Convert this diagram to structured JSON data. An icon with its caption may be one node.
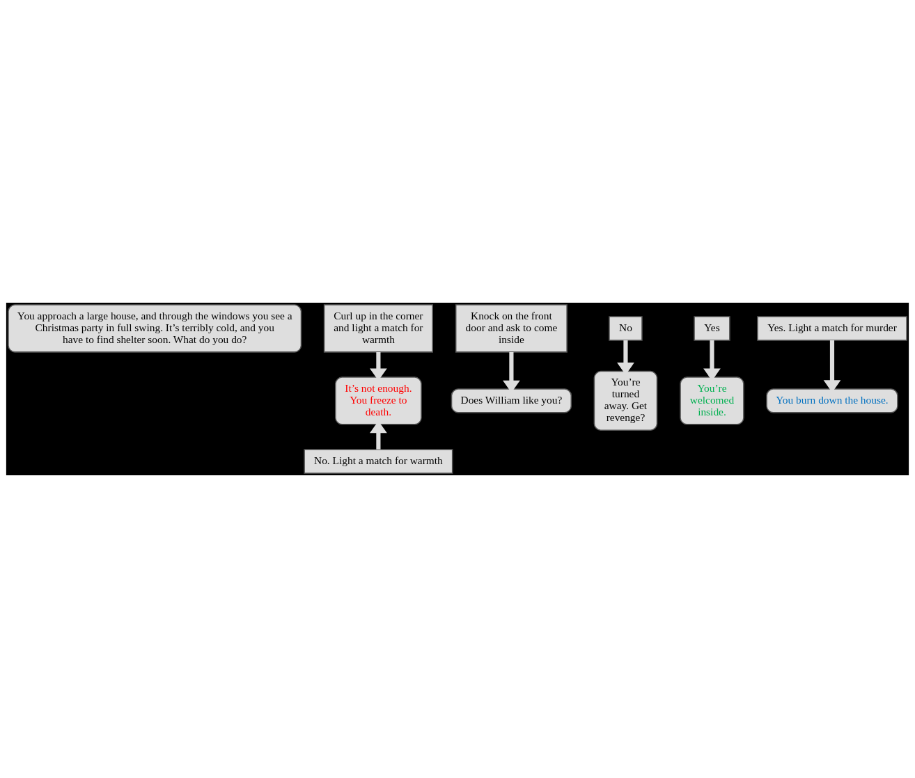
{
  "diagram": {
    "nodes": [
      {
        "text": [
          "You approach a large house, and through the windows you see a Christmas party in full swing. It’s terribly cold, and you have to find shelter soon. What do you do?"
        ]
      },
      {
        "text": [
          "Curl up in the corner and light a match for warmth"
        ]
      },
      {
        "text": [
          "Knock on the front door and ask to come inside"
        ]
      },
      {
        "text": [
          "It’s not enough. You freeze to death."
        ]
      },
      {
        "text": [
          "Does William like you?"
        ]
      },
      {
        "text": [
          "No"
        ]
      },
      {
        "text": [
          "You’re turned away. Get revenge?"
        ]
      },
      {
        "text": [
          "Yes"
        ]
      },
      {
        "text": [
          "You’re welcomed inside."
        ]
      },
      {
        "text": [
          "No. Light a match for warmth"
        ]
      },
      {
        "text": [
          "Yes. Light a match for murder"
        ]
      },
      {
        "text": [
          "You burn down the house."
        ]
      }
    ],
    "edges": [
      {
        "from": 1,
        "to": 3,
        "arrow": "to"
      },
      {
        "from": 2,
        "to": 4,
        "arrow": "to"
      },
      {
        "from": 5,
        "to": 6,
        "arrow": "to"
      },
      {
        "from": 7,
        "to": 8,
        "arrow": "to"
      },
      {
        "from": 9,
        "to": 3,
        "arrow": "to"
      },
      {
        "from": 10,
        "to": 11,
        "arrow": "to"
      }
    ]
  }
}
